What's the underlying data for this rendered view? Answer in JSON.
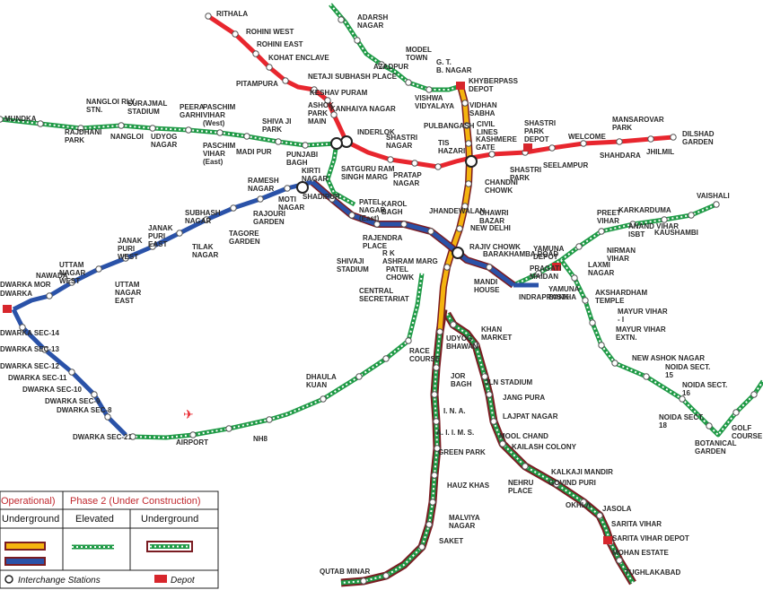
{
  "colors": {
    "red_line": "#e8262e",
    "yellow_line": "#f5b40f",
    "blue_line": "#2a52a8",
    "green_line": "#1f9a46",
    "maroon_outline": "#7a1c22",
    "depot": "#d7262c"
  },
  "legend": {
    "phase1_header": "Operational)",
    "phase2_header": "Phase 2 (Under Construction)",
    "col_underground_1": "Underground",
    "col_elevated": "Elevated",
    "col_underground_2": "Underground",
    "interchange_label": "Interchange Stations",
    "depot_label": "Depot"
  },
  "icons": {
    "airport": "airplane-icon",
    "interchange": "interchange-circle-icon",
    "depot": "depot-square-icon"
  },
  "stations": [
    "RITHALA",
    "ROHINI WEST",
    "ROHINI EAST",
    "KOHAT ENCLAVE",
    "PITAMPURA",
    "NETAJI SUBHASH PLACE",
    "KESHAV PURAM",
    "KANHAIYA NAGAR",
    "INDERLOK",
    "SHASTRI NAGAR",
    "PRATAP NAGAR",
    "TIS HAZARI",
    "KASHMERE GATE",
    "SHASTRI PARK",
    "SHASTRI PARK DEPOT",
    "SEELAMPUR",
    "WELCOME",
    "SHAHDARA",
    "MANSAROVAR PARK",
    "JHILMIL",
    "DILSHAD GARDEN",
    "ADARSH NAGAR",
    "AZADPUR",
    "MODEL TOWN",
    "G. T. B. NAGAR",
    "KHYBERPASS DEPOT",
    "VISHWA VIDYALAYA",
    "VIDHAN SABHA",
    "CIVIL LINES",
    "PULBANGASH",
    "CHANDNI CHOWK",
    "CHAWRI BAZAR",
    "NEW DELHI",
    "RAJIV CHOWK",
    "PATEL CHOWK",
    "CENTRAL SECRETARIAT",
    "UDYOG BHAWAN",
    "RACE COURSE",
    "JOR BAGH",
    "I. N. A.",
    "A. I. I. M. S.",
    "GREEN PARK",
    "HAUZ KHAS",
    "MALVIYA NAGAR",
    "SAKET",
    "QUTAB MINAR",
    "MUNDKA",
    "NANGLOI RLY. STN.",
    "RAJDHANI PARK",
    "NANGLOI",
    "SURAJMAL STADIUM",
    "UDYOG NAGAR",
    "PEERA GARHI",
    "PASCHIM VIHAR (West)",
    "PASCHIM VIHAR (East)",
    "MADI PUR",
    "SHIVA JI PARK",
    "PUNJABI BAGH",
    "ASHOK PARK MAIN",
    "SATGURU RAM SINGH MARG",
    "KIRTI NAGAR",
    "SHADIPUR",
    "PATEL NAGAR (East)",
    "RAJENDRA PLACE",
    "KAROL BAGH",
    "JHANDEWALAN",
    "R K ASHRAM MARG",
    "BARAKHAMBA ROAD",
    "MANDI HOUSE",
    "PRAGATI MAIDAN",
    "INDRAPRASTHA",
    "YAMUNA BANK",
    "YAMUNA DEPOT",
    "LAXMI NAGAR",
    "NIRMAN VIHAR",
    "PREET VIHAR",
    "KARKARDUMA",
    "ANAND VIHAR ISBT",
    "KAUSHAMBI",
    "VAISHALI",
    "AKSHARDHAM TEMPLE",
    "MAYUR VIHAR - I",
    "MAYUR VIHAR EXTN.",
    "NEW ASHOK NAGAR",
    "NOIDA SECT. 15",
    "NOIDA SECT. 16",
    "NOIDA SECT. 18",
    "BOTANICAL GARDEN",
    "GOLF COURSE",
    "RAMESH NAGAR",
    "MOTI NAGAR",
    "RAJOURI GARDEN",
    "TAGORE GARDEN",
    "SUBHASH NAGAR",
    "TILAK NAGAR",
    "JANAK PURI EAST",
    "JANAK PURI WEST",
    "UTTAM NAGAR WEST",
    "UTTAM NAGAR EAST",
    "NAWADA",
    "DWARKA MOR",
    "DWARKA",
    "DWARKA SEC-14",
    "DWARKA SEC-13",
    "DWARKA SEC-12",
    "DWARKA SEC-11",
    "DWARKA SEC-10",
    "DWARKA SEC-9",
    "DWARKA SEC-8",
    "DWARKA SEC-21",
    "AIRPORT",
    "NH8",
    "DHAULA KUAN",
    "SHIVAJI STADIUM",
    "KHAN MARKET",
    "JLN STADIUM",
    "JANG PURA",
    "LAJPAT NAGAR",
    "MOOL CHAND",
    "KAILASH COLONY",
    "NEHRU PLACE",
    "KALKAJI MANDIR",
    "GOVIND PURI",
    "OKHLA",
    "JASOLA",
    "SARITA VIHAR",
    "SARITA VIHAR DEPOT",
    "MOHAN ESTATE",
    "TUGHLAKABAD"
  ]
}
